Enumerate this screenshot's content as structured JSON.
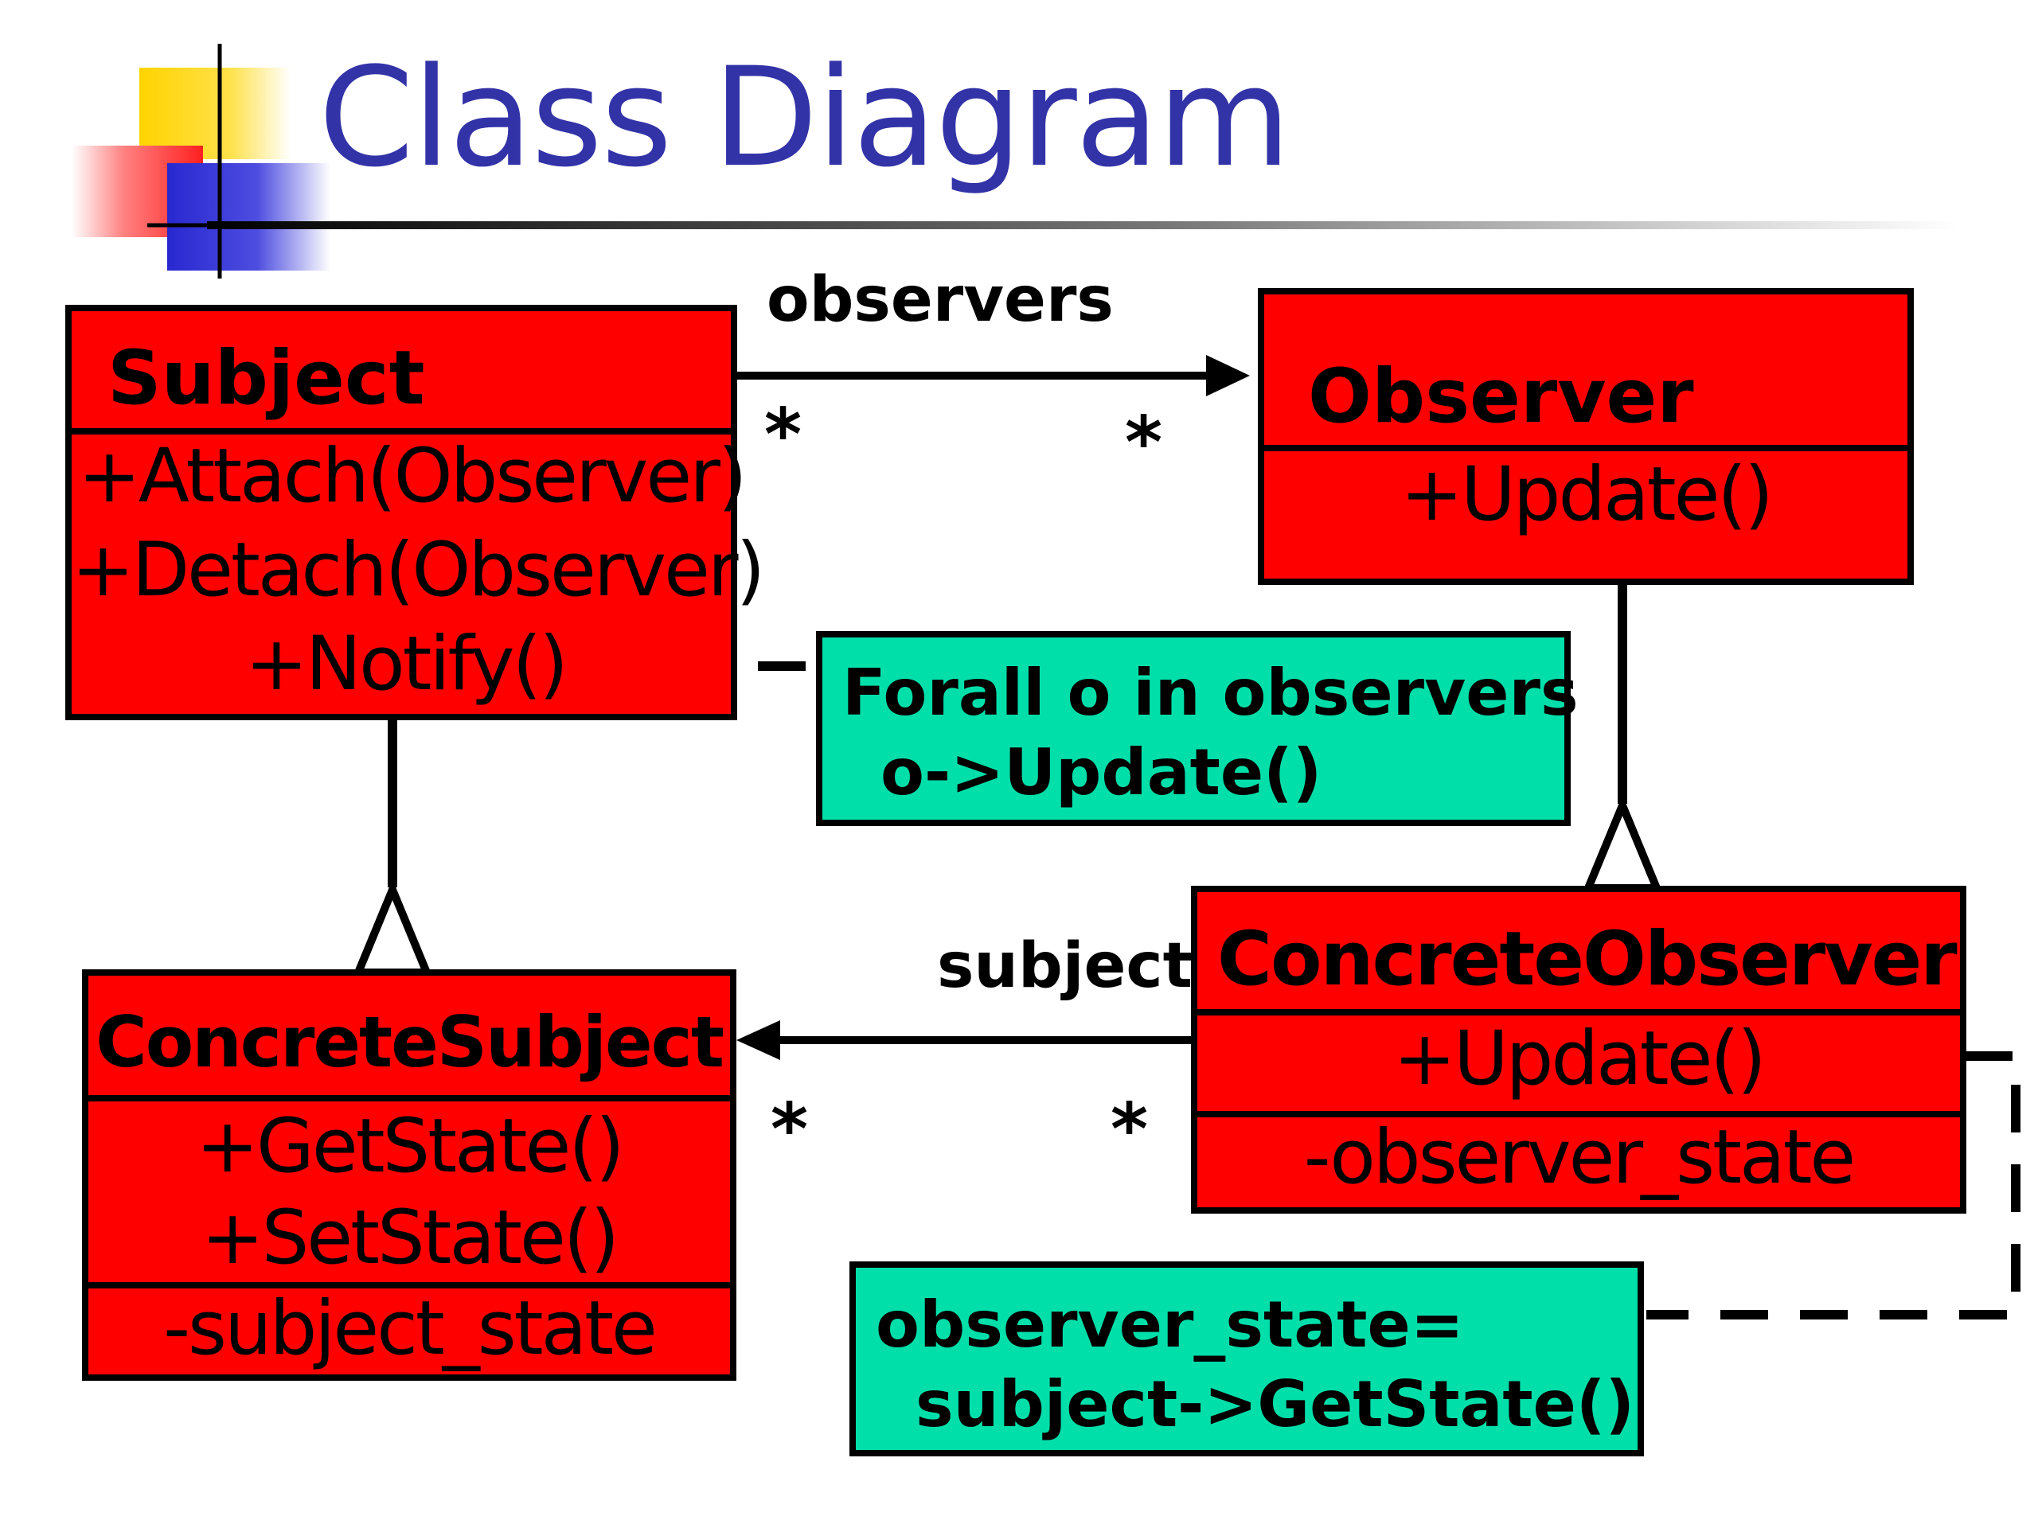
{
  "title": "Class Diagram",
  "colors": {
    "title": "#3333a8",
    "class_fill": "#ff0000",
    "note_fill": "#00dfaa",
    "line": "#000000"
  },
  "classes": {
    "subject": {
      "name": "Subject",
      "operations": [
        "+Attach(Observer)",
        "+Detach(Observer)",
        "+Notify()"
      ]
    },
    "observer": {
      "name": "Observer",
      "operations": [
        "+Update()"
      ]
    },
    "concrete_subject": {
      "name": "ConcreteSubject",
      "operations": [
        "+GetState()",
        "+SetState()"
      ],
      "attributes": [
        "-subject_state"
      ]
    },
    "concrete_observer": {
      "name": "ConcreteObserver",
      "operations": [
        "+Update()"
      ],
      "attributes": [
        "-observer_state"
      ]
    }
  },
  "notes": {
    "notify": [
      "Forall o in observers",
      "o->Update()"
    ],
    "update": [
      "observer_state=",
      "subject->GetState()"
    ]
  },
  "associations": {
    "observers": {
      "label": "observers",
      "mult_source": "*",
      "mult_target": "*"
    },
    "subject": {
      "label": "subject",
      "mult_source": "*",
      "mult_target": "*"
    }
  }
}
